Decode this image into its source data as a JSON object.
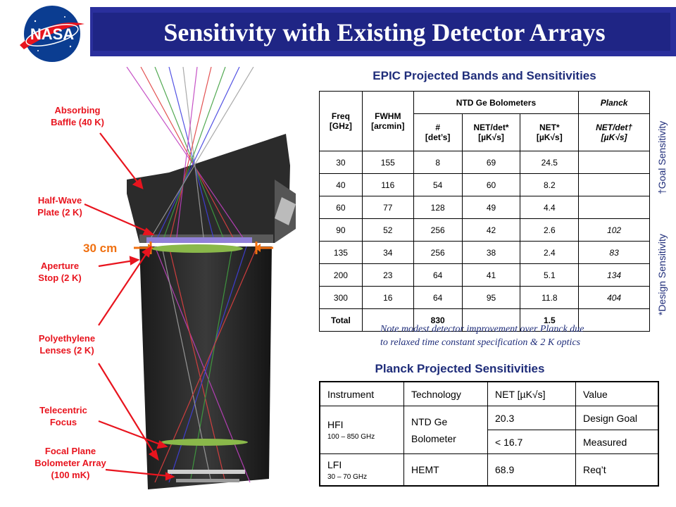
{
  "title": "Sensitivity with Existing Detector Arrays",
  "logo_text": "NASA",
  "labels": {
    "baffle": [
      "Absorbing",
      "Baffle (40 K)"
    ],
    "hwp": [
      "Half-Wave",
      "Plate (2 K)"
    ],
    "aperture": [
      "Aperture",
      "Stop (2 K)"
    ],
    "lenses": [
      "Polyethylene",
      "Lenses (2 K)"
    ],
    "telecentric": [
      "Telecentric",
      "Focus"
    ],
    "focal_plane": [
      "Focal Plane",
      "Bolometer Array",
      "(100 mK)"
    ],
    "scale": "30 cm"
  },
  "epic": {
    "title": "EPIC Projected Bands and Sensitivities",
    "head": {
      "freq": [
        "Freq",
        "[GHz]"
      ],
      "fwhm": [
        "FWHM",
        "[arcmin]"
      ],
      "ntd": "NTD Ge Bolometers",
      "planck": "Planck",
      "n": [
        "#",
        "[det’s]"
      ],
      "net_det": [
        "NET/det*",
        "[µK√s]"
      ],
      "net": [
        "NET*",
        "[µK√s]"
      ],
      "planck_net": [
        "NET/det†",
        "[µK√s]"
      ]
    },
    "rows": [
      [
        "30",
        "155",
        "8",
        "69",
        "24.5",
        ""
      ],
      [
        "40",
        "116",
        "54",
        "60",
        "8.2",
        ""
      ],
      [
        "60",
        "77",
        "128",
        "49",
        "4.4",
        ""
      ],
      [
        "90",
        "52",
        "256",
        "42",
        "2.6",
        "102"
      ],
      [
        "135",
        "34",
        "256",
        "38",
        "2.4",
        "83"
      ],
      [
        "200",
        "23",
        "64",
        "41",
        "5.1",
        "134"
      ],
      [
        "300",
        "16",
        "64",
        "95",
        "11.8",
        "404"
      ]
    ],
    "total": [
      "Total",
      "",
      "830",
      "",
      "1.5",
      ""
    ],
    "side_goal": "†Goal Sensitivity",
    "side_design": "*Design Sensitivity"
  },
  "note": [
    "Note modest detector improvement over Planck due",
    "to relaxed time constant specification & 2 K optics"
  ],
  "planck": {
    "title": "Planck Projected Sensitivities",
    "head": [
      "Instrument",
      "Technology",
      "NET [µK√s]",
      "Value"
    ],
    "hfi": {
      "name": "HFI",
      "range": "100 – 850 GHz",
      "tech": [
        "NTD Ge",
        "Bolometer"
      ],
      "net1": "20.3",
      "val1": "Design Goal",
      "net2": "< 16.7",
      "val2": "Measured"
    },
    "lfi": {
      "name": "LFI",
      "range": "30 – 70 GHz",
      "tech": "HEMT",
      "net": "68.9",
      "val": "Req’t"
    }
  },
  "colors": {
    "accent": "#e8141e",
    "title_band": "#1f2585",
    "text_blue": "#1f2d7a"
  }
}
